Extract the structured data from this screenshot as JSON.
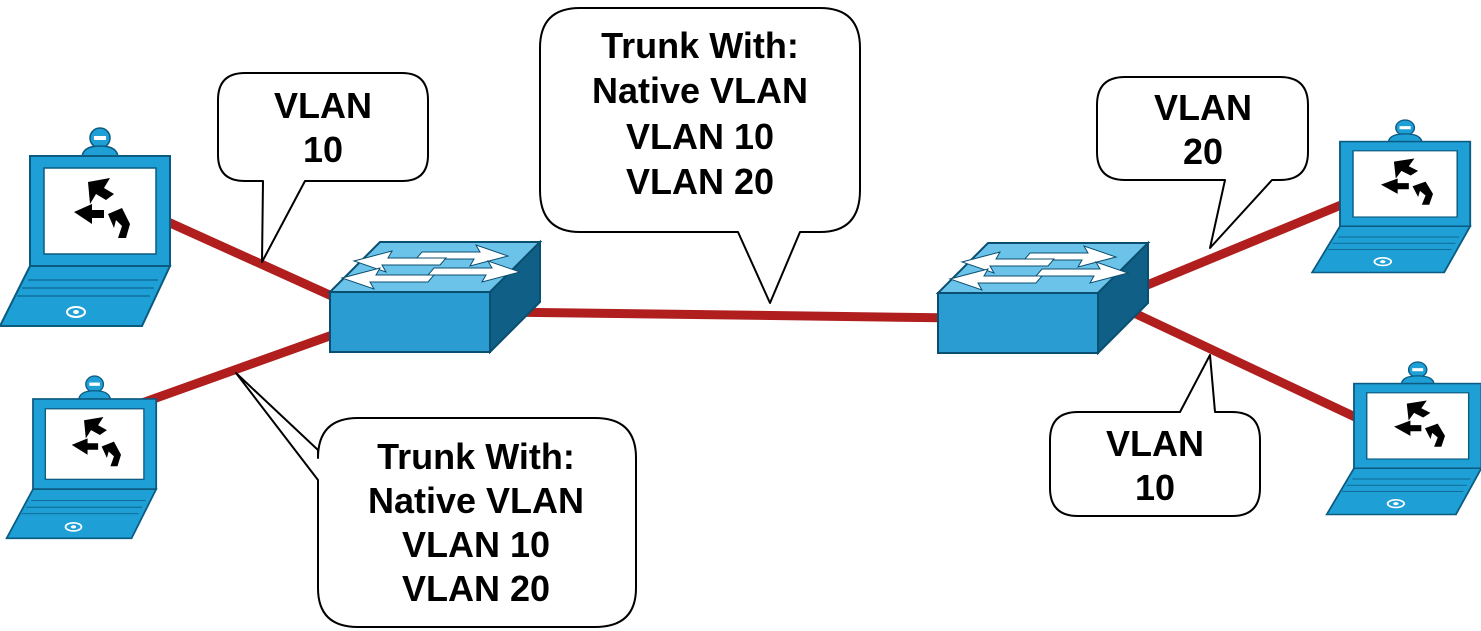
{
  "colors": {
    "link": "#B01E1E",
    "device_blue": "#1E9FD6",
    "switch_top": "#6CC3EA",
    "switch_front": "#2A9CD2",
    "switch_side": "#0F5F86",
    "background": "#FFFFFF"
  },
  "icons": {
    "laptop": "laptop-icon",
    "switch": "switch-icon"
  },
  "callouts": {
    "left_top": {
      "lines": [
        "VLAN",
        "10"
      ]
    },
    "center_top": {
      "lines": [
        "Trunk With:",
        "Native VLAN",
        "VLAN 10",
        "VLAN 20"
      ]
    },
    "left_bottom": {
      "lines": [
        "Trunk With:",
        "Native VLAN",
        "VLAN 10",
        "VLAN 20"
      ]
    },
    "right_top": {
      "lines": [
        "VLAN",
        "20"
      ]
    },
    "right_bottom": {
      "lines": [
        "VLAN",
        "10"
      ]
    }
  }
}
